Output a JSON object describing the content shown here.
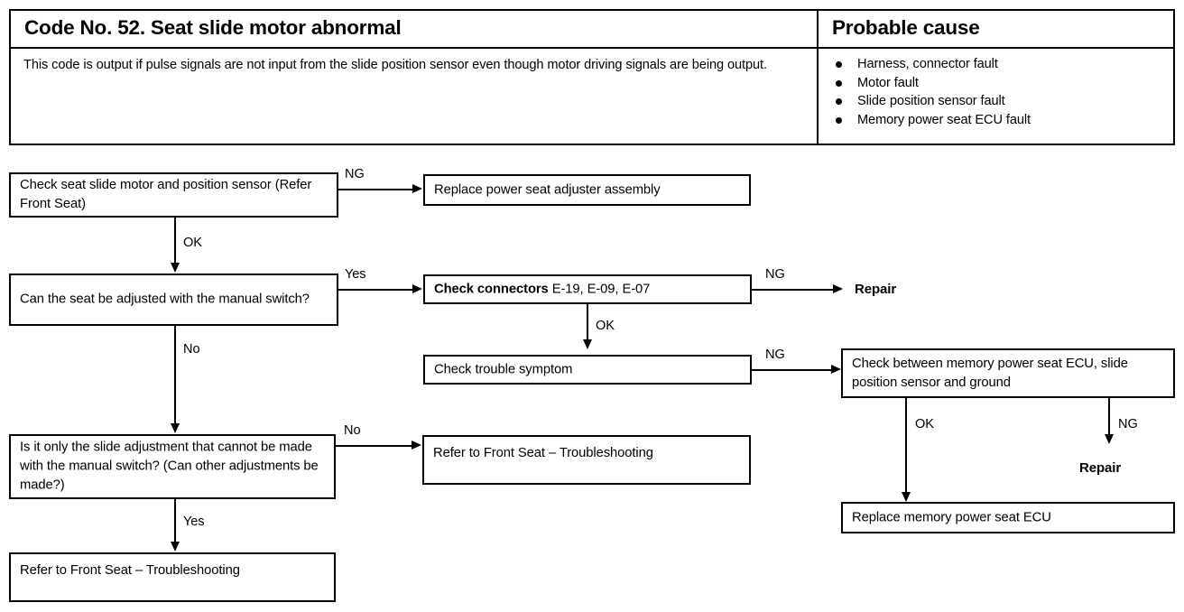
{
  "table": {
    "code_title": "Code No. 52. Seat slide motor abnormal",
    "probable_cause_title": "Probable cause",
    "description": "This code is output if pulse signals are not input from the slide position sensor even though motor driving signals are being output.",
    "causes": [
      "Harness, connector fault",
      "Motor fault",
      "Slide position sensor fault",
      "Memory power seat ECU fault"
    ]
  },
  "flowchart": {
    "boxes": {
      "check_motor_sensor": "Check seat slide motor and position sensor (Refer Front Seat)",
      "replace_adjuster": "Replace power seat adjuster assembly",
      "can_adjust_manual": "Can the seat be adjusted with the manual switch?",
      "check_connectors_label": "Check connectors",
      "check_connectors_codes": "E-19, E-09, E-07",
      "check_trouble_symptom": "Check trouble symptom",
      "check_between_ecu": "Check between memory power seat ECU, slide position sensor and ground",
      "slide_only_question": "Is it only the slide adjustment that cannot be made with the manual switch? (Can other adjustments be made?)",
      "refer_front_seat_right": "Refer to Front Seat – Troubleshooting",
      "refer_front_seat_bottom": "Refer to Front Seat – Troubleshooting",
      "replace_ecu": "Replace memory power seat ECU",
      "repair_top": "Repair",
      "repair_right": "Repair"
    },
    "edges": {
      "ng_1": "NG",
      "ok_1": "OK",
      "yes_1": "Yes",
      "ng_2": "NG",
      "ok_2": "OK",
      "ng_3": "NG",
      "no_1": "No",
      "no_2": "No",
      "ok_3": "OK",
      "ng_4": "NG",
      "yes_2": "Yes"
    }
  }
}
